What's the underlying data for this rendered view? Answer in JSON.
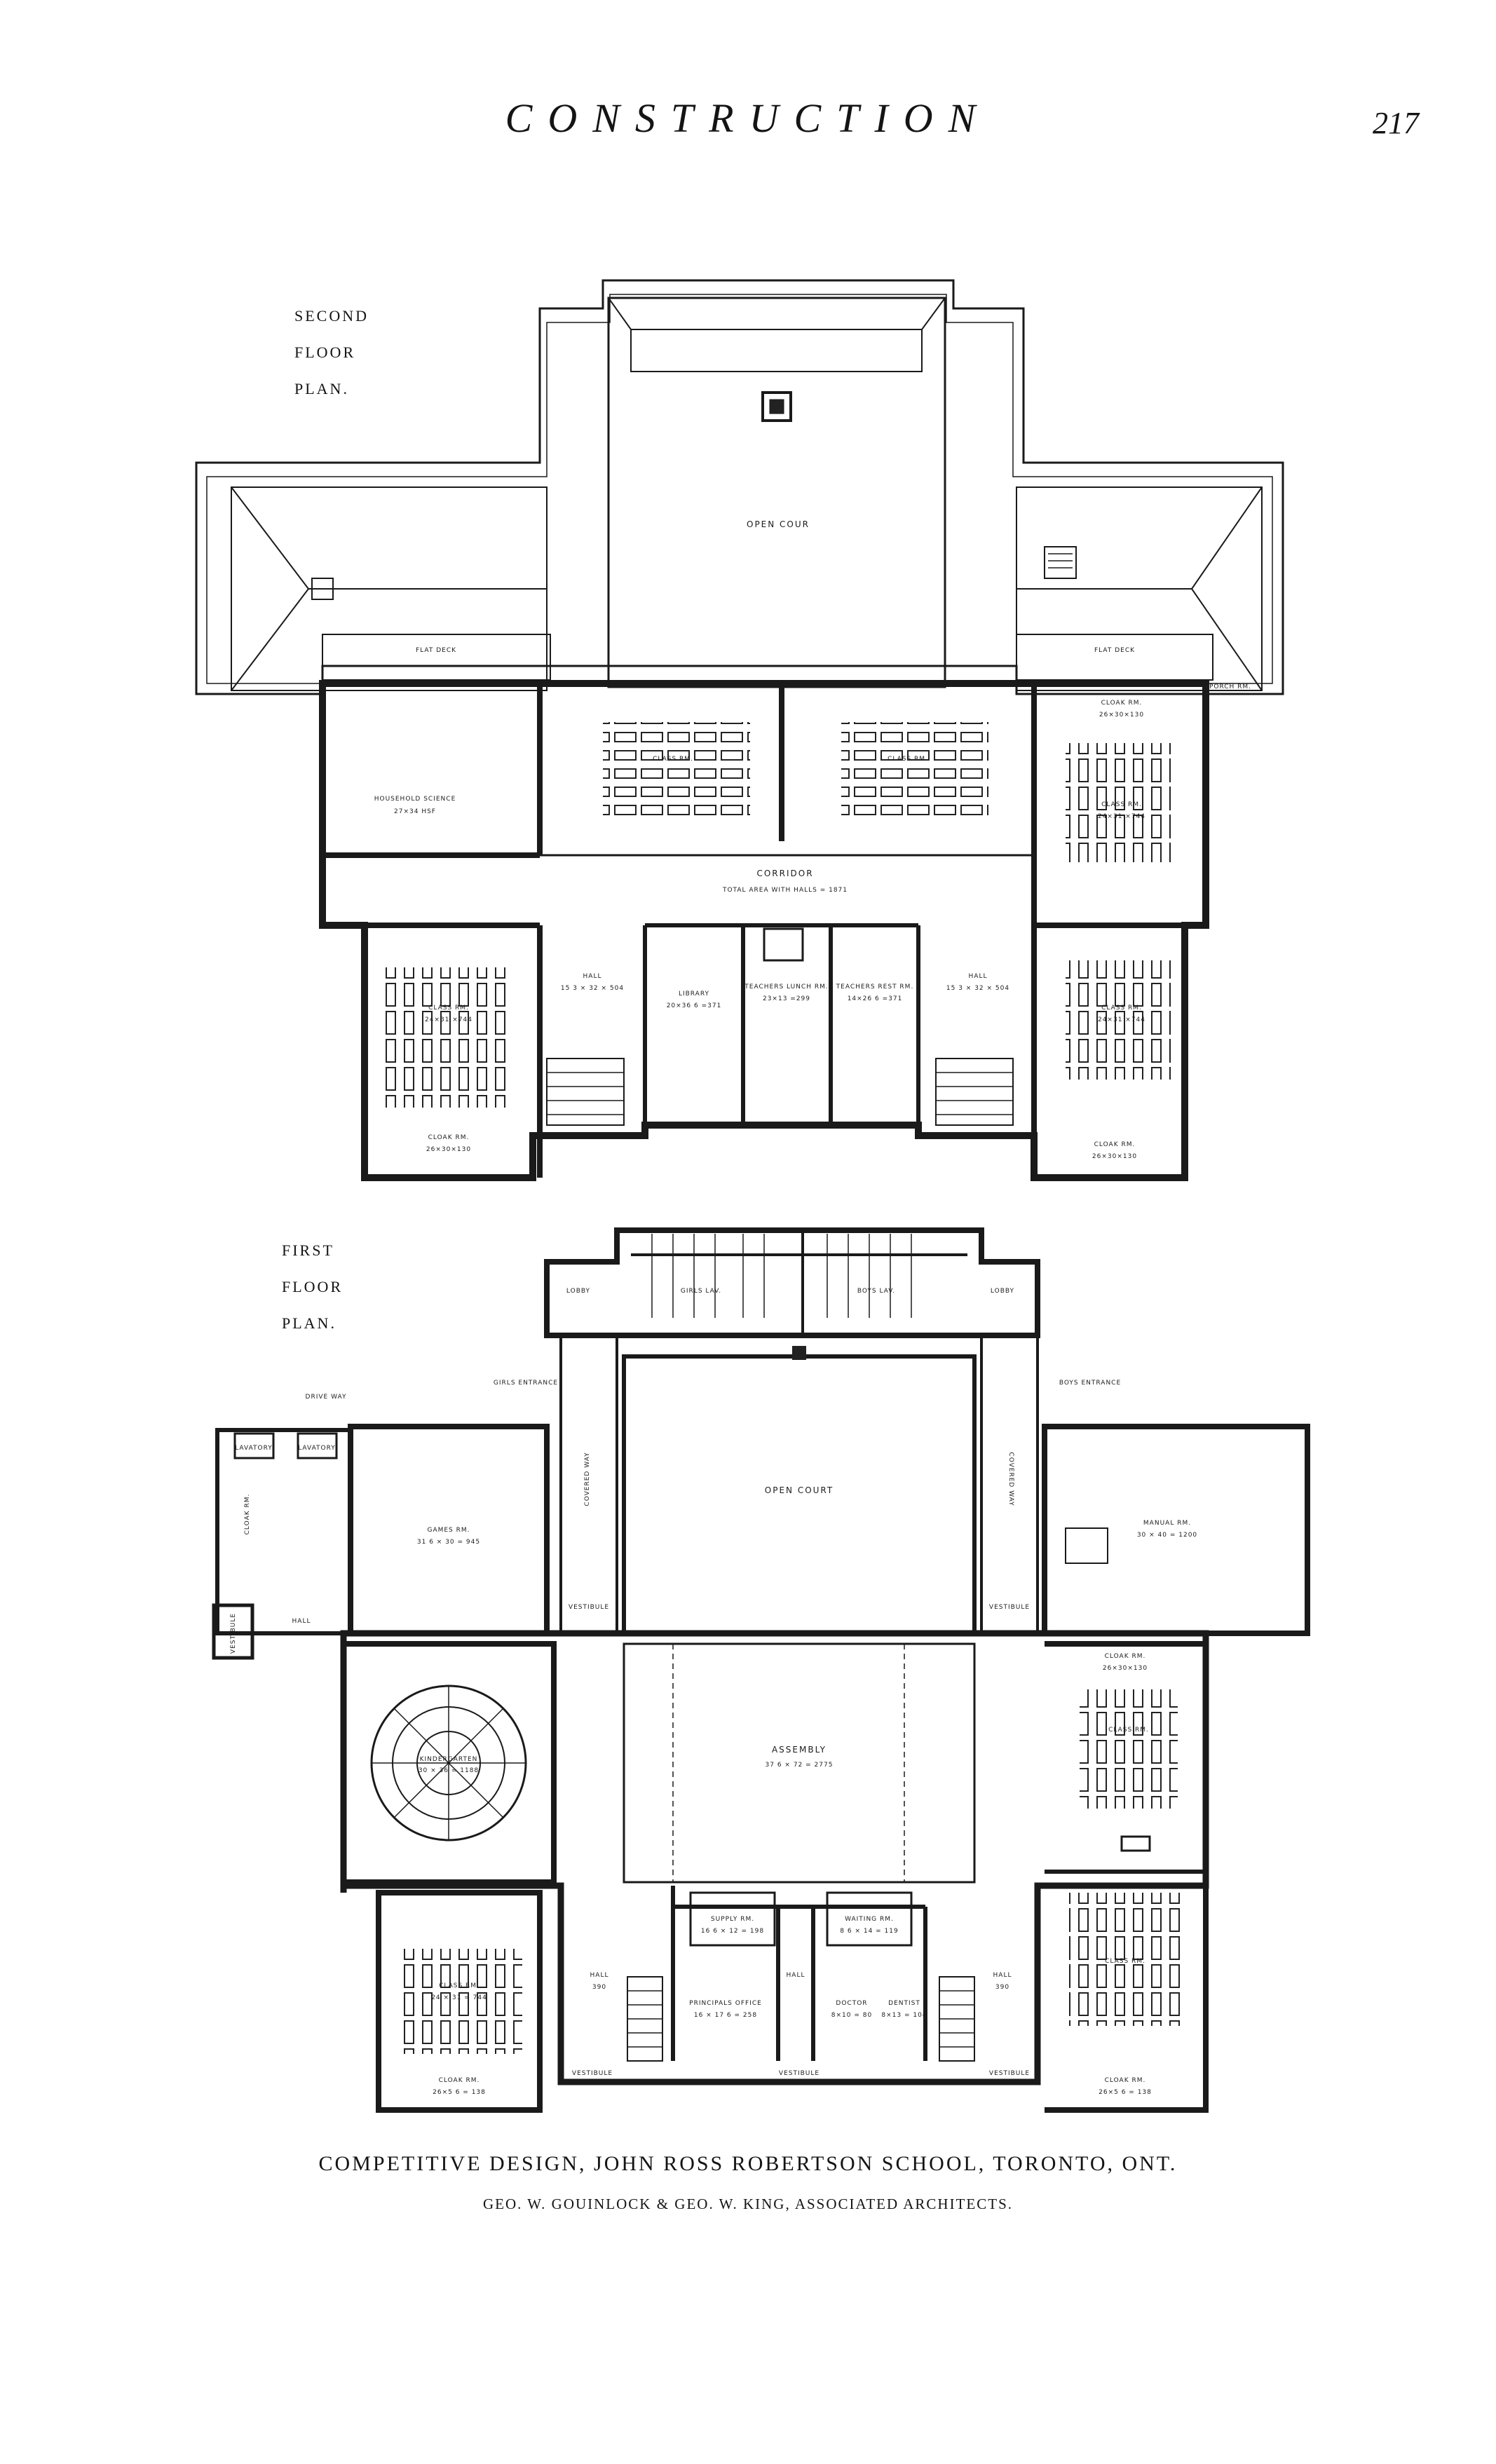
{
  "header": {
    "title": "CONSTRUCTION",
    "page_number": "217"
  },
  "second_floor": {
    "label_lines": [
      "SECOND",
      "FLOOR",
      "PLAN."
    ],
    "rooms": {
      "open_court": "OPEN COUR",
      "flat_deck_left": "FLAT DECK",
      "flat_deck_right": "FLAT DECK",
      "household_science": "HOUSEHOLD SCIENCE",
      "household_science_dims": "27×34 HSF",
      "class_room_tl": "CLASS RM.",
      "class_room_tr": "CLASS RM.",
      "cloak_room_top": "CLOAK RM.",
      "cloak_room_top_dims": "26×30×130",
      "class_room_right_upper": "CLASS RM.",
      "class_room_right_upper_dims": "24×31 ×744",
      "corridor": "CORRIDOR",
      "corridor_dims": "TOTAL AREA WITH HALLS = 1871",
      "hall_left": "HALL",
      "hall_left_dims": "15 3 × 32 × 504",
      "hall_right": "HALL",
      "hall_right_dims": "15 3 × 32 × 504",
      "library": "LIBRARY",
      "library_dims": "20×36 6 =371",
      "teachers_lunch": "TEACHERS LUNCH RM.",
      "teachers_lunch_dims": "23×13 =299",
      "teachers_rest": "TEACHERS REST RM.",
      "teachers_rest_dims": "14×26 6 =371",
      "class_room_left_lower": "CLASS RM.",
      "class_room_left_lower_dims": "24×31 ×744",
      "cloak_room_left": "CLOAK RM.",
      "cloak_room_left_dims": "26×30×130",
      "class_room_right_lower": "CLASS RM.",
      "class_room_right_lower_dims": "24×31 ×744",
      "cloak_room_right": "CLOAK RM.",
      "cloak_room_right_dims": "26×30×130",
      "porch": "PORCH RM."
    }
  },
  "first_floor": {
    "label_lines": [
      "FIRST",
      "FLOOR",
      "PLAN."
    ],
    "rooms": {
      "girls_lav": "GIRLS LAV.",
      "boys_lav": "BOYS LAV.",
      "lobby_left": "LOBBY",
      "lobby_right": "LOBBY",
      "drive_way": "DRIVE WAY",
      "girls_entrance": "GIRLS ENTRANCE",
      "boys_entrance": "BOYS ENTRANCE",
      "covered_way_left": "COVERED WAY",
      "covered_way_right": "COVERED WAY",
      "open_court": "OPEN COURT",
      "games_room": "GAMES RM.",
      "games_room_dims": "31 6 × 30 = 945",
      "manual_room": "MANUAL RM.",
      "manual_room_dims": "30 × 40 = 1200",
      "cloak_room_left": "CLOAK RM.",
      "lavatory_left": "LAVATORY",
      "lavatory_right": "LAVATORY",
      "hall_left_wing": "HALL",
      "vestibule_left_wing": "VESTIBULE",
      "vestibule_court_left": "VESTIBULE",
      "vestibule_court_right": "VESTIBULE",
      "kindergarten": "KINDERGARTEN",
      "kindergarten_dims": "30 × 36 = 1188",
      "assembly": "ASSEMBLY",
      "assembly_dims": "37 6 × 72 = 2775",
      "class_room_right_1": "CLASS RM.",
      "cloak_room_right_1": "CLOAK RM.",
      "cloak_room_right_1_dims": "26×30×130",
      "class_room_right_2": "CLASS RM.",
      "supply_room": "SUPPLY RM.",
      "supply_room_dims": "16 6 × 12 = 198",
      "waiting_room": "WAITING RM.",
      "waiting_room_dims": "8 6 × 14 = 119",
      "principals_office": "PRINCIPALS OFFICE",
      "principals_office_dims": "16 × 17 6 = 258",
      "hall_center": "HALL",
      "doctor": "DOCTOR",
      "doctor_dims": "8×10 = 80",
      "dentist": "DENTIST",
      "dentist_dims": "8×13 = 104",
      "hall_left": "HALL",
      "hall_left_dims": "390",
      "hall_right": "HALL",
      "hall_right_dims": "390",
      "vestibule_left": "VESTIBULE",
      "vestibule_center": "VESTIBULE",
      "vestibule_right": "VESTIBULE",
      "class_room_left": "CLASS RM.",
      "class_room_left_dims": "24 × 31 = 744",
      "cloak_room_left_bottom": "CLOAK RM.",
      "cloak_room_left_bottom_dims": "26×5 6 = 138",
      "cloak_room_right_bottom": "CLOAK RM.",
      "cloak_room_right_bottom_dims": "26×5 6 = 138"
    }
  },
  "caption": {
    "main": "COMPETITIVE DESIGN, JOHN ROSS ROBERTSON SCHOOL, TORONTO, ONT.",
    "sub": "GEO. W. GOUINLOCK & GEO. W. KING, ASSOCIATED ARCHITECTS."
  }
}
